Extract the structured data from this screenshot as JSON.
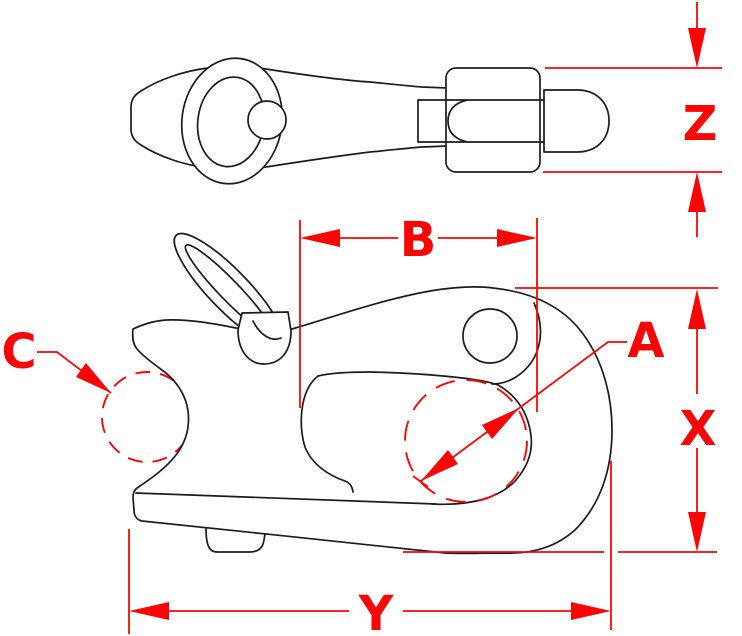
{
  "drawing": {
    "background": "#ffffff",
    "ink_color": "#1c1c1c",
    "dimension_color": "#fa0505"
  },
  "dimension_labels": {
    "a": "A",
    "b": "B",
    "c": "C",
    "x": "X",
    "y": "Y",
    "z": "Z"
  }
}
